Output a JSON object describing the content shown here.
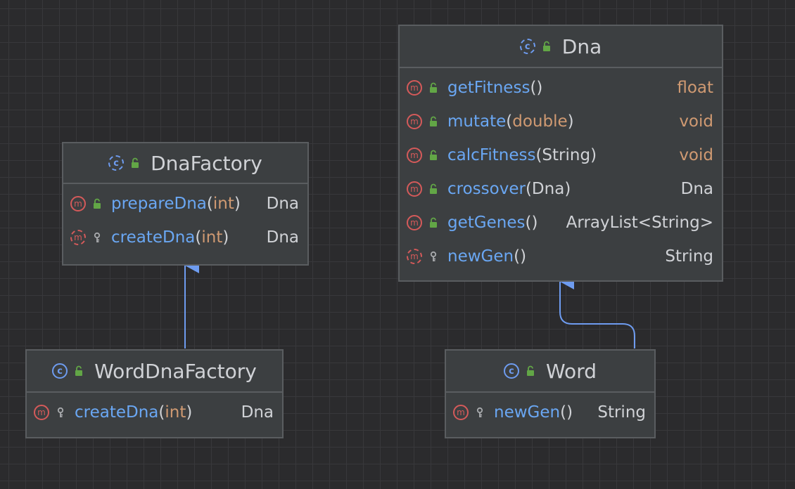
{
  "classes": [
    {
      "id": "dna",
      "name": "Dna",
      "kind": "abstract-class",
      "methods": [
        {
          "name": "getFitness",
          "param": "",
          "ret": "float",
          "abstract": false,
          "visibility": "public"
        },
        {
          "name": "mutate",
          "param": "double",
          "ret": "void",
          "abstract": false,
          "visibility": "public"
        },
        {
          "name": "calcFitness",
          "param": "String",
          "ret": "void",
          "abstract": false,
          "visibility": "public"
        },
        {
          "name": "crossover",
          "param": "Dna",
          "ret": "Dna",
          "abstract": false,
          "visibility": "public"
        },
        {
          "name": "getGenes",
          "param": "",
          "ret": "ArrayList<String>",
          "abstract": false,
          "visibility": "public"
        },
        {
          "name": "newGen",
          "param": "",
          "ret": "String",
          "abstract": true,
          "visibility": "protected"
        }
      ]
    },
    {
      "id": "dnafactory",
      "name": "DnaFactory",
      "kind": "abstract-class",
      "methods": [
        {
          "name": "prepareDna",
          "param": "int",
          "ret": "Dna",
          "abstract": false,
          "visibility": "public"
        },
        {
          "name": "createDna",
          "param": "int",
          "ret": "Dna",
          "abstract": true,
          "visibility": "protected"
        }
      ]
    },
    {
      "id": "worddnafactory",
      "name": "WordDnaFactory",
      "kind": "class",
      "methods": [
        {
          "name": "createDna",
          "param": "int",
          "ret": "Dna",
          "abstract": false,
          "visibility": "protected"
        }
      ]
    },
    {
      "id": "word",
      "name": "Word",
      "kind": "class",
      "methods": [
        {
          "name": "newGen",
          "param": "",
          "ret": "String",
          "abstract": false,
          "visibility": "protected"
        }
      ]
    }
  ],
  "relations": [
    {
      "from": "worddnafactory",
      "to": "dnafactory",
      "type": "extends"
    },
    {
      "from": "word",
      "to": "dna",
      "type": "extends"
    }
  ],
  "colors": {
    "background": "#2b2b2d",
    "node": "#3c3f41",
    "method_name": "#6aa7f3",
    "primitive_type": "#d09a72",
    "text": "#d0d2d6",
    "class_icon": "#6e9cf0",
    "method_icon": "#d55a5a",
    "public_icon": "#62a646",
    "edge": "#6e9cf0"
  }
}
